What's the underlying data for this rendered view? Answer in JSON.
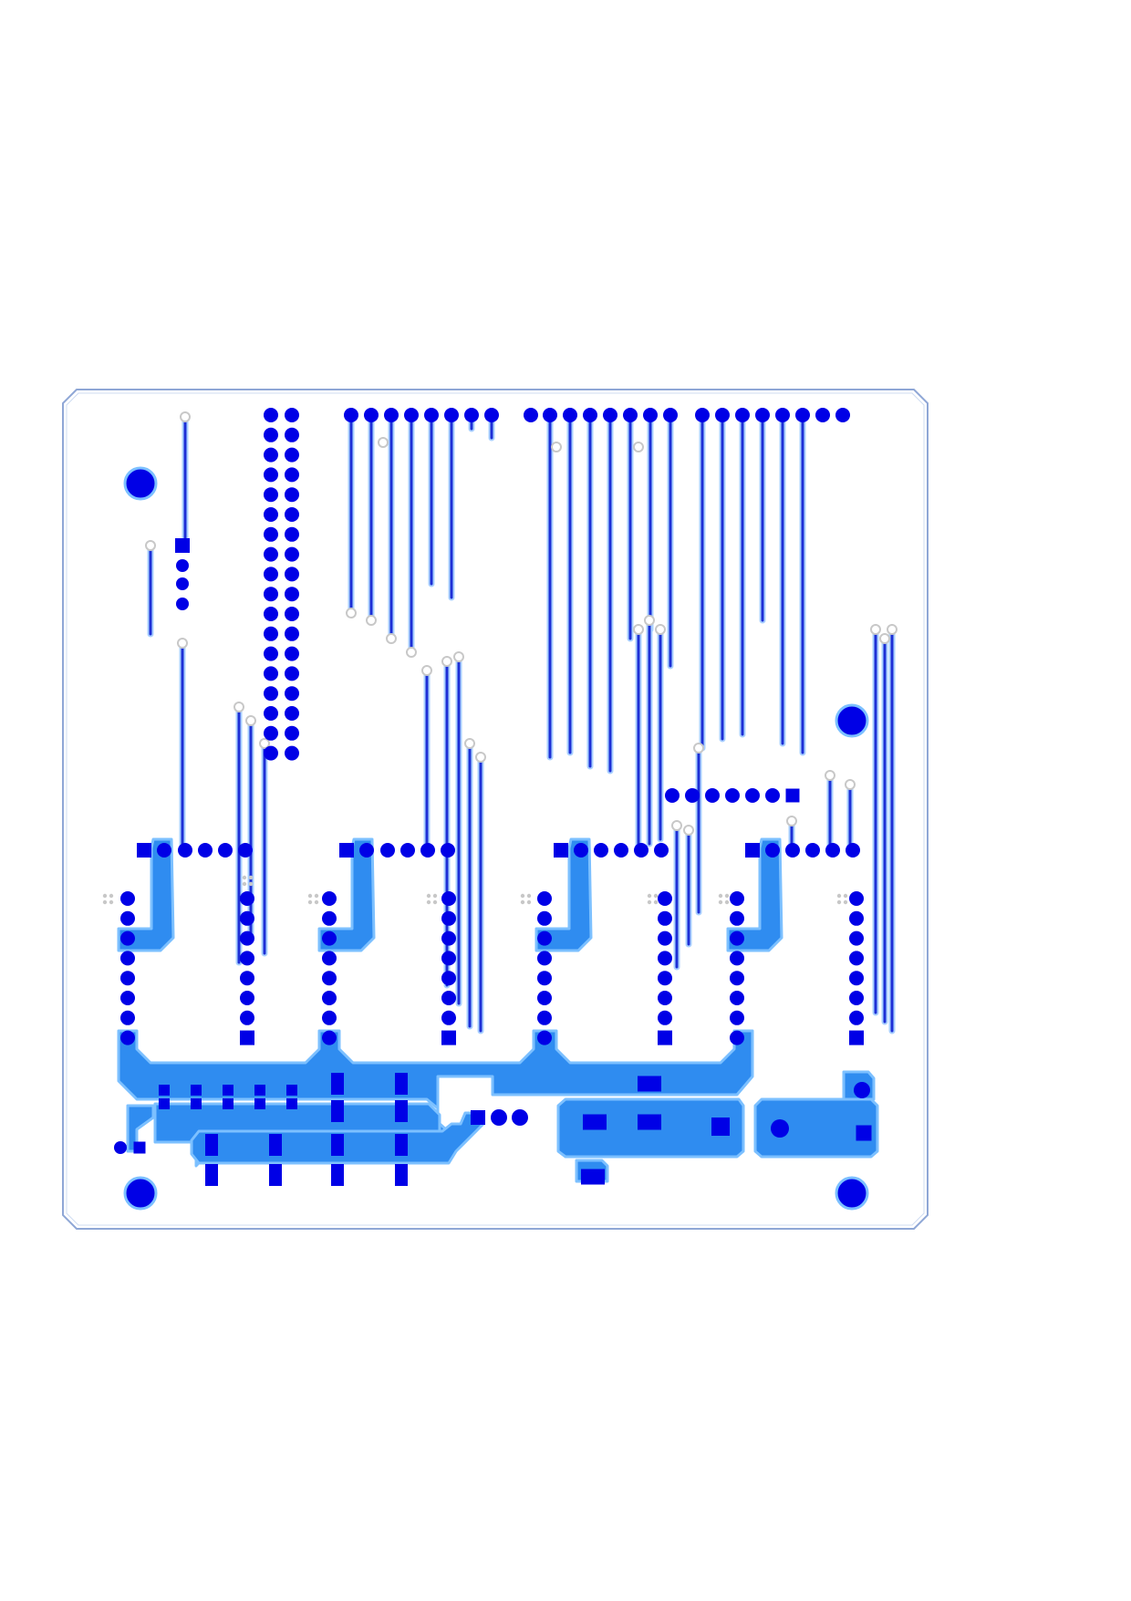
{
  "colors": {
    "background": "#ffffff",
    "board_outline": "#8fa7d6",
    "copper_fill": "#2f8cf0",
    "copper_fill_edge": "#7cc0ff",
    "trace": "#1d2fd6",
    "trace_halo": "#a9d0ff",
    "pad": "#0000e6",
    "via_gray": "#c8c8c8"
  },
  "pcb": {
    "layer": "top-copper",
    "mounting_holes": 4,
    "headers": [
      {
        "name": "dual-row-header",
        "rows": 18,
        "cols": 2
      },
      {
        "name": "top-header-left",
        "pins": 8
      },
      {
        "name": "top-header-mid",
        "pins": 8
      },
      {
        "name": "top-header-right",
        "pins": 8
      }
    ],
    "driver_modules": 4
  }
}
